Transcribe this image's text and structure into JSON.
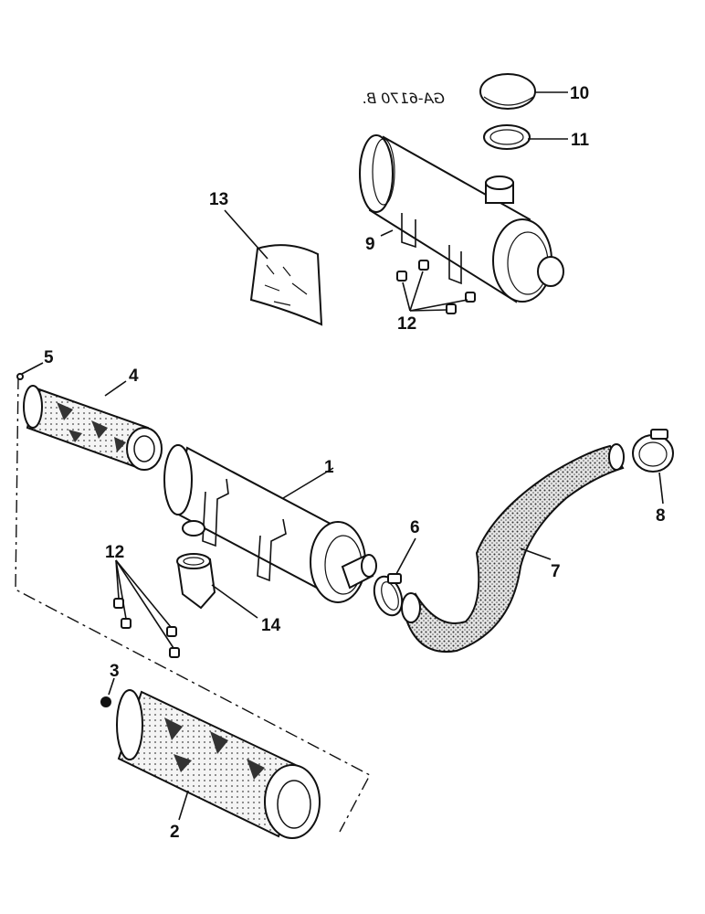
{
  "drawing_code": "GA-6170 B.",
  "callouts": {
    "p1": "1",
    "p2": "2",
    "p3": "3",
    "p4": "4",
    "p5": "5",
    "p6": "6",
    "p7": "7",
    "p8": "8",
    "p9": "9",
    "p10": "10",
    "p11": "11",
    "p12_top": "12",
    "p12_left": "12",
    "p13": "13",
    "p14": "14"
  }
}
